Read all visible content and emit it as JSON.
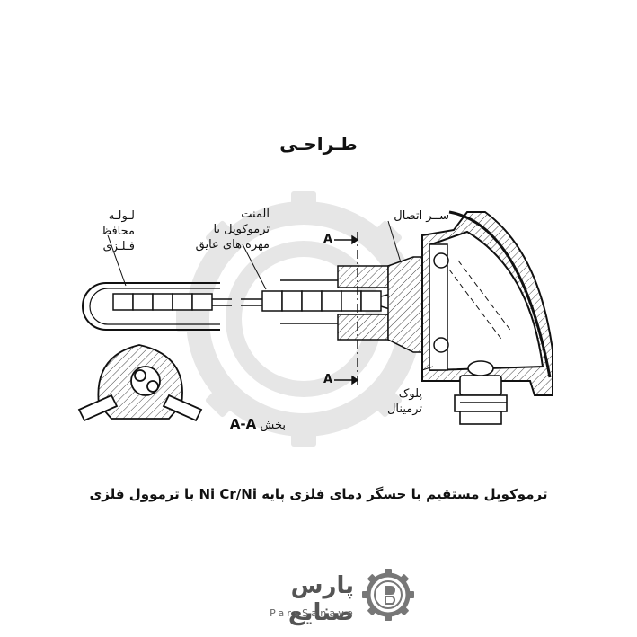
{
  "header": {
    "title": "طـراحـی"
  },
  "labels": {
    "tube": [
      "لـولـه",
      "محافظ",
      "فـلـزی"
    ],
    "element": [
      "المنت",
      "ترموکوپل با",
      "مهره های عایق"
    ],
    "connection_head": "ســر اتصال",
    "terminal_block": [
      "پلوک",
      "ترمینال"
    ],
    "section_marker_top": "A",
    "section_marker_bottom": "A",
    "section_prefix": "بخش",
    "section_name": "A-A"
  },
  "caption": "ترموکوپل مستقیم با حسگر دمای فلزی پایه Ni Cr/Ni با ترموول فلزی",
  "brand": {
    "name_fa": "پارس صنایع",
    "name_en": "ParsSanaye",
    "emblem": "ps-gear-logo"
  },
  "watermark": {
    "icon": "gear-watermark-icon",
    "color": "#e6e6e6"
  }
}
